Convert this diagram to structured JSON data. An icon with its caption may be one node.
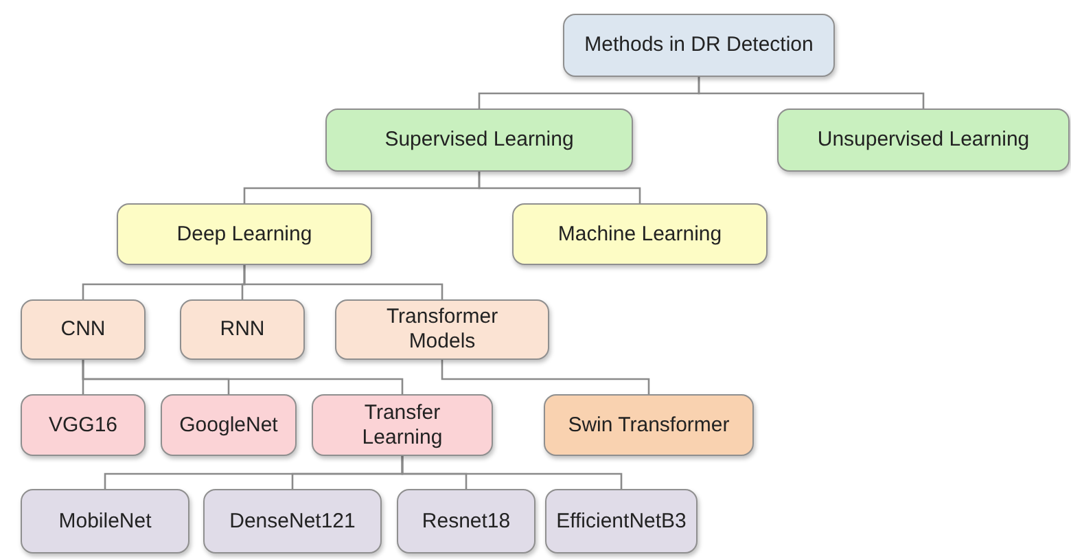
{
  "diagram": {
    "nodes": [
      {
        "text": [
          "Methods in DR Detection"
        ]
      },
      {
        "text": [
          "Supervised Learning"
        ]
      },
      {
        "text": [
          "Unsupervised Learning"
        ]
      },
      {
        "text": [
          "Deep Learning"
        ]
      },
      {
        "text": [
          "Machine Learning"
        ]
      },
      {
        "text": [
          "CNN"
        ]
      },
      {
        "text": [
          "RNN"
        ]
      },
      {
        "text": [
          "Transformer Models"
        ]
      },
      {
        "text": [
          "VGG16"
        ]
      },
      {
        "text": [
          "GoogleNet"
        ]
      },
      {
        "text": [
          "Transfer Learning"
        ]
      },
      {
        "text": [
          "Swin Transformer"
        ]
      },
      {
        "text": [
          "MobileNet"
        ]
      },
      {
        "text": [
          "DenseNet121"
        ]
      },
      {
        "text": [
          "Resnet18"
        ]
      },
      {
        "text": [
          "EfficientNetB3"
        ]
      }
    ],
    "edges": [
      {
        "from": 0,
        "to": 1,
        "arrow": "none"
      },
      {
        "from": 0,
        "to": 2,
        "arrow": "none"
      },
      {
        "from": 1,
        "to": 3,
        "arrow": "none"
      },
      {
        "from": 1,
        "to": 4,
        "arrow": "none"
      },
      {
        "from": 3,
        "to": 5,
        "arrow": "none"
      },
      {
        "from": 3,
        "to": 6,
        "arrow": "none"
      },
      {
        "from": 3,
        "to": 7,
        "arrow": "none"
      },
      {
        "from": 5,
        "to": 8,
        "arrow": "none"
      },
      {
        "from": 5,
        "to": 9,
        "arrow": "none"
      },
      {
        "from": 5,
        "to": 10,
        "arrow": "none"
      },
      {
        "from": 7,
        "to": 11,
        "arrow": "none"
      },
      {
        "from": 10,
        "to": 12,
        "arrow": "none"
      },
      {
        "from": 10,
        "to": 13,
        "arrow": "none"
      },
      {
        "from": 10,
        "to": 14,
        "arrow": "none"
      },
      {
        "from": 10,
        "to": 15,
        "arrow": "none"
      }
    ]
  }
}
